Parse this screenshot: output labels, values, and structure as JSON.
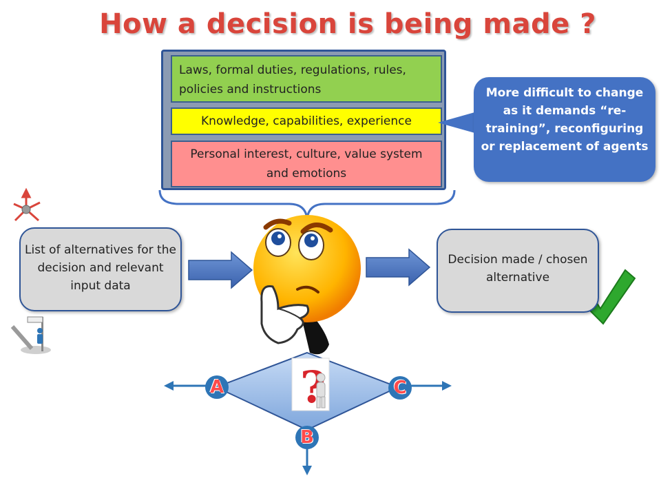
{
  "title": "How a decision is being made ?",
  "factors": {
    "laws": "Laws, formal duties, regulations, rules, policies and instructions",
    "knowledge": "Knowledge, capabilities, experience",
    "personal": "Personal interest, culture, value system and emotions"
  },
  "callout": "More difficult to change as it demands “re-training”, reconfiguring or replacement of agents",
  "input_box": "List of alternatives for the decision and relevant input data",
  "output_box": "Decision made / chosen alternative",
  "options": {
    "a": "A",
    "b": "B",
    "c": "C"
  },
  "colors": {
    "title": "#d9453b",
    "laws_band": "#92d050",
    "knowledge_band": "#ffff00",
    "personal_band": "#ff8f8f",
    "callout": "#4472c4",
    "arrow": "#4472c4",
    "checkmark": "#2ea82e"
  },
  "icons": [
    "person-thinking-emoji-icon",
    "question-mark-figure-icon",
    "checkmark-icon",
    "crossroads-arrows-icon",
    "person-at-signpost-icon"
  ]
}
